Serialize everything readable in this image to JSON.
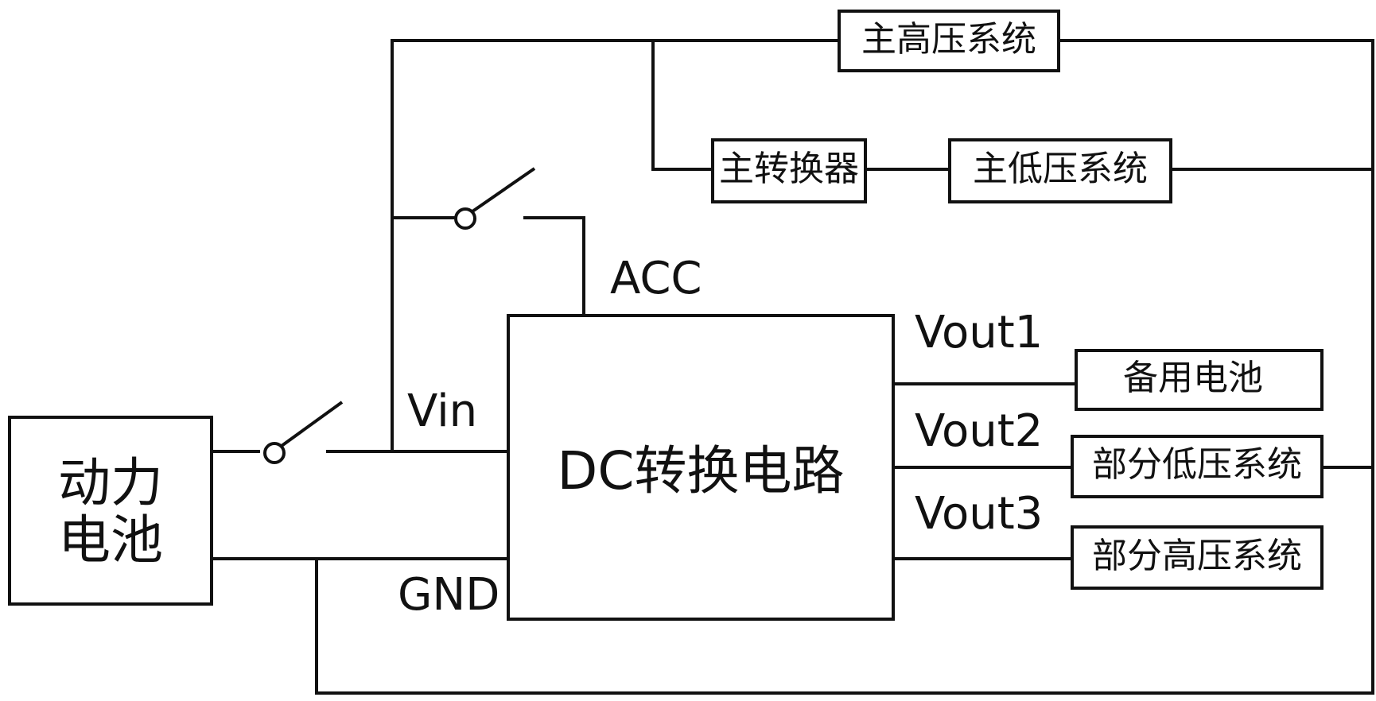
{
  "diagram": {
    "power_battery": {
      "line1": "动力",
      "line2": "电池"
    },
    "dc_converter": {
      "label": "DC转换电路"
    },
    "pins": {
      "acc": "ACC",
      "vin": "Vin",
      "gnd": "GND",
      "vout1": "Vout1",
      "vout2": "Vout2",
      "vout3": "Vout3"
    },
    "main_high_voltage": "主高压系统",
    "main_converter": "主转换器",
    "main_low_voltage": "主低压系统",
    "backup_battery": "备用电池",
    "partial_low_voltage": "部分低压系统",
    "partial_high_voltage": "部分高压系统"
  }
}
